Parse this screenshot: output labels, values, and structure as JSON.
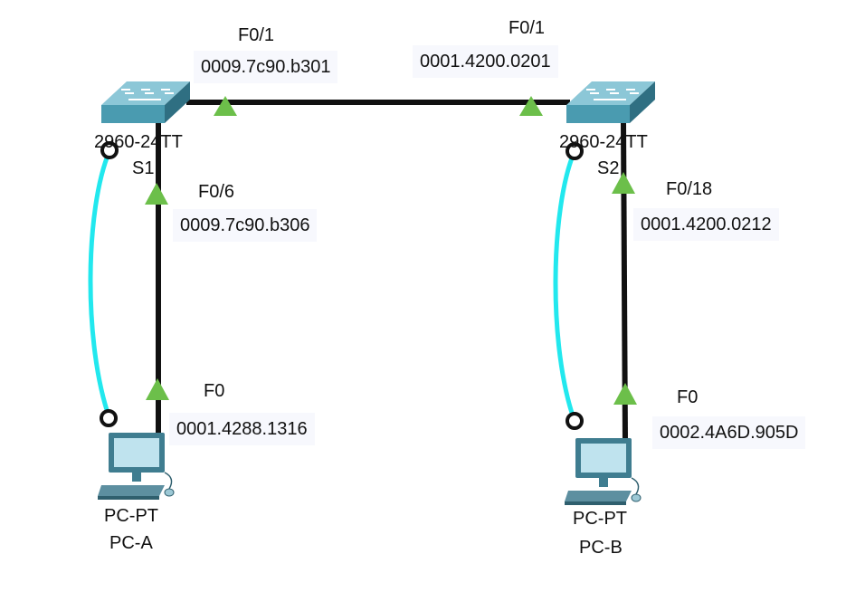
{
  "colors": {
    "copper_link": "#111111",
    "console_link": "#22e8ee",
    "link_up": "#6cbf4a",
    "console_port": "#111111",
    "switch_body": "#4a9bb0",
    "switch_top": "#8cc7d7",
    "label_bg": "#f7f8fd"
  },
  "devices": {
    "s1": {
      "model": "2960-24TT",
      "name": "S1",
      "icon": "switch-icon"
    },
    "s2": {
      "model": "2960-24TT",
      "name": "S2",
      "icon": "switch-icon"
    },
    "pc_a": {
      "model": "PC-PT",
      "name": "PC-A",
      "icon": "pc-icon"
    },
    "pc_b": {
      "model": "PC-PT",
      "name": "PC-B",
      "icon": "pc-icon"
    }
  },
  "interfaces": {
    "s1_f01": {
      "port": "F0/1",
      "mac": "0009.7c90.b301"
    },
    "s2_f01": {
      "port": "F0/1",
      "mac": "0001.4200.0201"
    },
    "s1_f06": {
      "port": "F0/6",
      "mac": "0009.7c90.b306"
    },
    "s2_f018": {
      "port": "F0/18",
      "mac": "0001.4200.0212"
    },
    "pca_f0": {
      "port": "F0",
      "mac": "0001.4288.1316"
    },
    "pcb_f0": {
      "port": "F0",
      "mac": "0002.4A6D.905D"
    }
  }
}
